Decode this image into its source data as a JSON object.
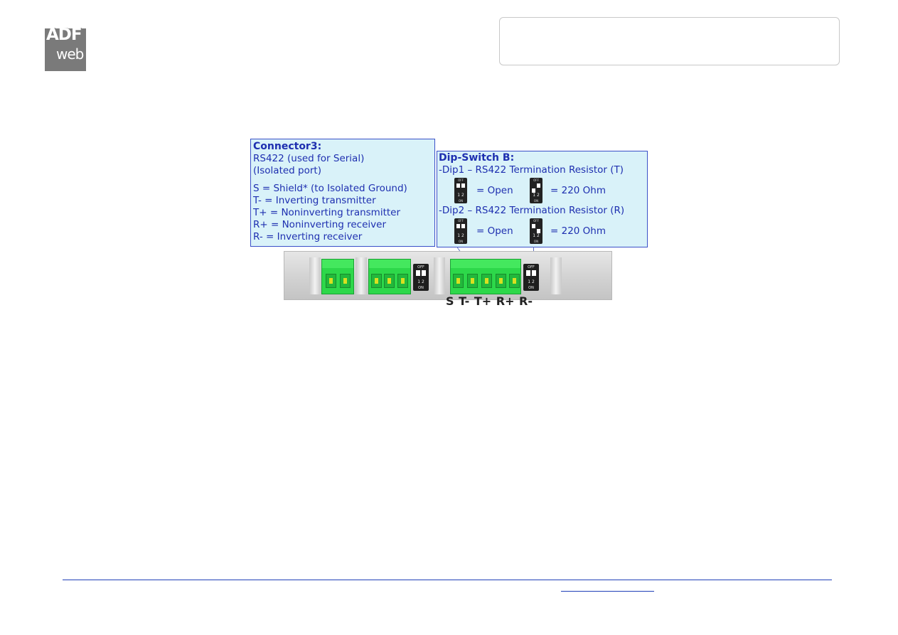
{
  "logo": {
    "adf": "ADF",
    "web": "web"
  },
  "connector3": {
    "title": "Connector3:",
    "lines": [
      "RS422 (used for Serial)",
      "(Isolated port)",
      "S = Shield* (to Isolated Ground)",
      "T- = Inverting transmitter",
      "T+ = Noninverting transmitter",
      "R+ = Noninverting receiver",
      "R- = Inverting receiver"
    ]
  },
  "dip_switch_b": {
    "title": "Dip-Switch B:",
    "dip1": "-Dip1 – RS422 Termination Resistor (T)",
    "dip2": "-Dip2 – RS422 Termination Resistor (R)",
    "open_label": "= Open",
    "ohm_label": "= 220 Ohm",
    "off_text": "OFF",
    "on_text": "ON",
    "nums_text": "1 2"
  },
  "pin_labels": "S T- T+ R+ R-",
  "colors": {
    "callout_bg": "#d9f2f9",
    "callout_border": "#3a50c8",
    "text_blue": "#1e2fb0",
    "terminal_green": "#2dd84a"
  }
}
